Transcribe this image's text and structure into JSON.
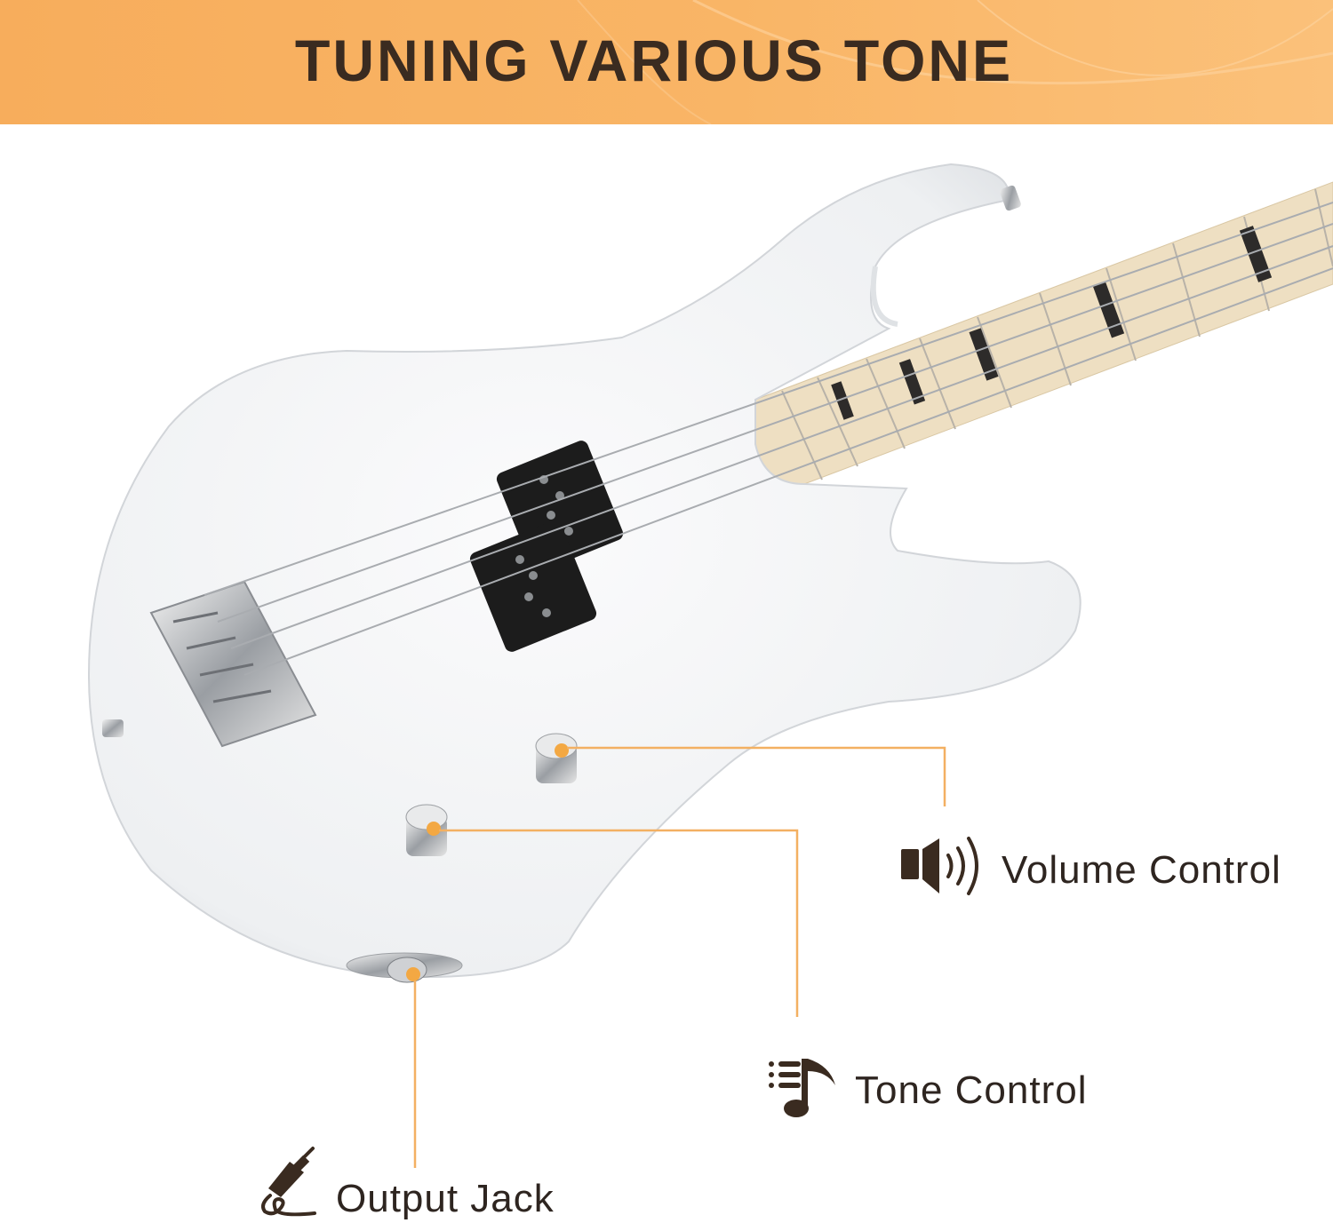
{
  "banner": {
    "title": "TUNING VARIOUS TONE"
  },
  "callouts": [
    {
      "label": "Volume Control",
      "icon": "speaker-volume-icon"
    },
    {
      "label": "Tone Control",
      "icon": "music-note-list-icon"
    },
    {
      "label": "Output Jack",
      "icon": "audio-jack-plug-icon"
    }
  ],
  "colors": {
    "banner": "#f8b262",
    "title": "#3a2b20",
    "callout_line": "#f3b062",
    "guitar_body": "#f4f5f6",
    "fretboard": "#eedfc2"
  }
}
